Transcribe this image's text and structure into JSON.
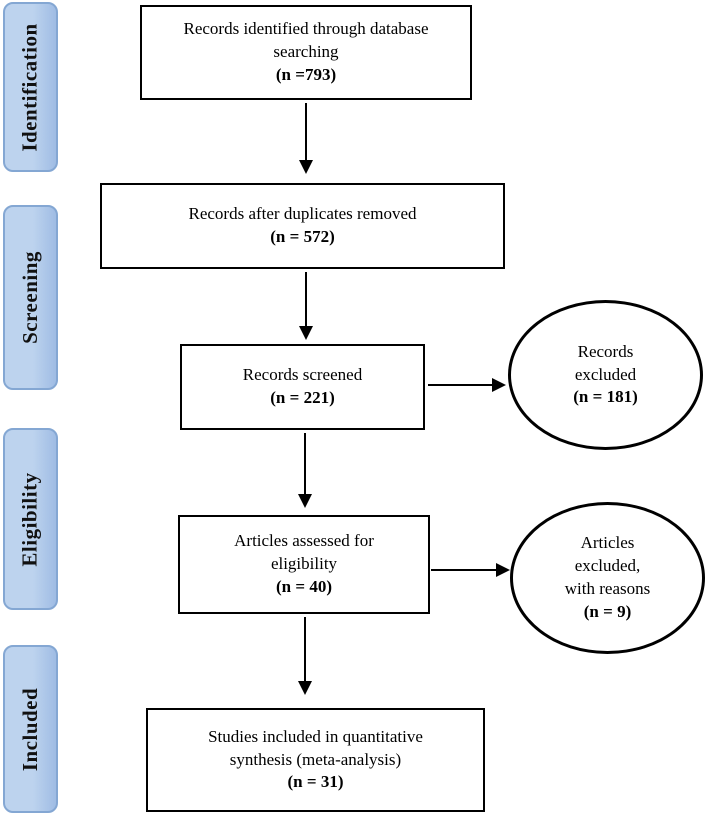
{
  "diagram": {
    "kind": "prisma-flow-diagram",
    "stages": [
      {
        "label": "Identification"
      },
      {
        "label": "Screening"
      },
      {
        "label": "Eligibility"
      },
      {
        "label": "Included"
      }
    ],
    "boxes": [
      {
        "text": "Records identified through database\nsearching",
        "n": "(n =793)"
      },
      {
        "text": "Records after duplicates removed",
        "n": "(n = 572)"
      },
      {
        "text": "Records screened",
        "n": "(n = 221)"
      },
      {
        "text": "Articles assessed for\neligibility",
        "n": "(n = 40)"
      },
      {
        "text": "Studies included in quantitative\nsynthesis (meta-analysis)",
        "n": "(n = 31)"
      }
    ],
    "ellipses": [
      {
        "text": "Records\nexcluded",
        "n": "(n = 181)"
      },
      {
        "text": "Articles\nexcluded,\nwith reasons",
        "n": "(n = 9)"
      }
    ],
    "colors": {
      "stage_fill_light": "#bdd3ee",
      "stage_fill_dark": "#9fbce4",
      "stage_border": "#84a7d3",
      "line": "#000000"
    }
  }
}
